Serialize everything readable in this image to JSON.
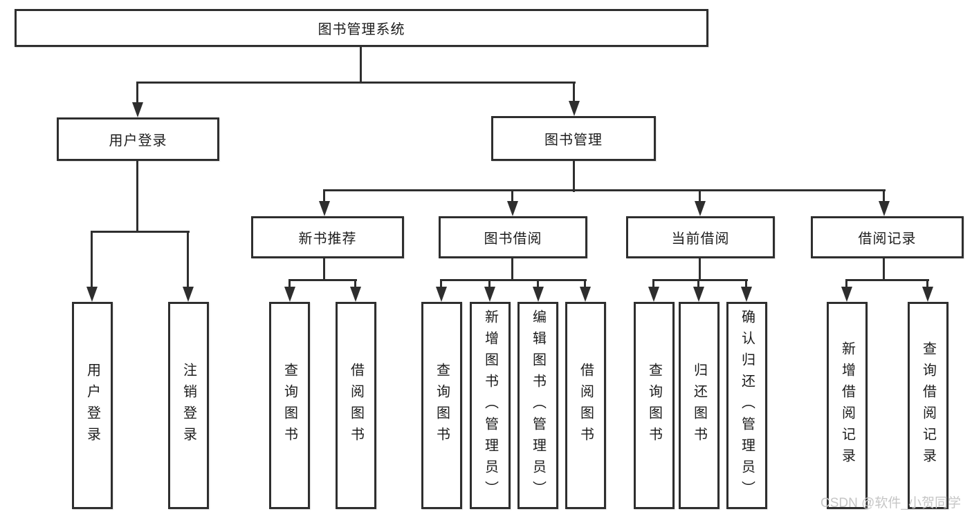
{
  "colors": {
    "line": "#2e2e2e",
    "text": "#1c1c1c",
    "background": "#ffffff",
    "watermark_color": "#c6c6c6"
  },
  "watermark": {
    "text": "CSDN @软件_小贺同学"
  },
  "nodes": {
    "root": "图书管理系统",
    "l1": [
      "用户登录",
      "图书管理"
    ],
    "l2": [
      "新书推荐",
      "图书借阅",
      "当前借阅",
      "借阅记录"
    ],
    "leaves_login": [
      "用户登录",
      "注销登录"
    ],
    "leaves_recommend": [
      "查询图书",
      "借阅图书"
    ],
    "leaves_borrow": [
      "查询图书",
      "新增图书（管理员）",
      "编辑图书（管理员）",
      "借阅图书"
    ],
    "leaves_current": [
      "查询图书",
      "归还图书",
      "确认归还（管理员）"
    ],
    "leaves_records": [
      "新增借阅记录",
      "查询借阅记录"
    ]
  }
}
